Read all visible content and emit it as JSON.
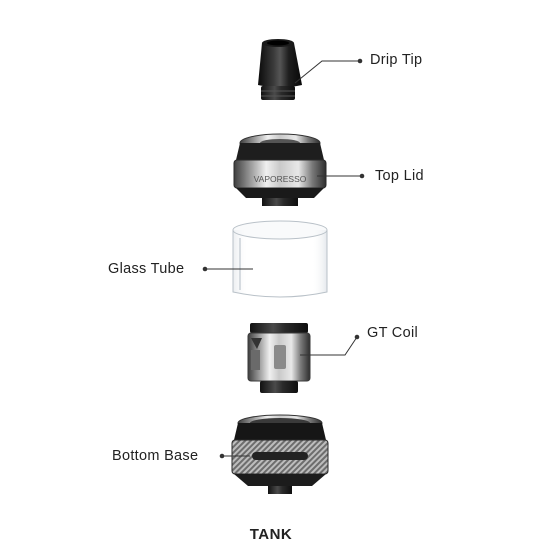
{
  "parts": {
    "drip_tip": "Drip Tip",
    "top_lid": "Top Lid",
    "glass_tube": "Glass Tube",
    "gt_coil": "GT Coil",
    "bottom_base": "Bottom Base"
  },
  "engraving": "VAPORESSO",
  "caption": "TANK"
}
